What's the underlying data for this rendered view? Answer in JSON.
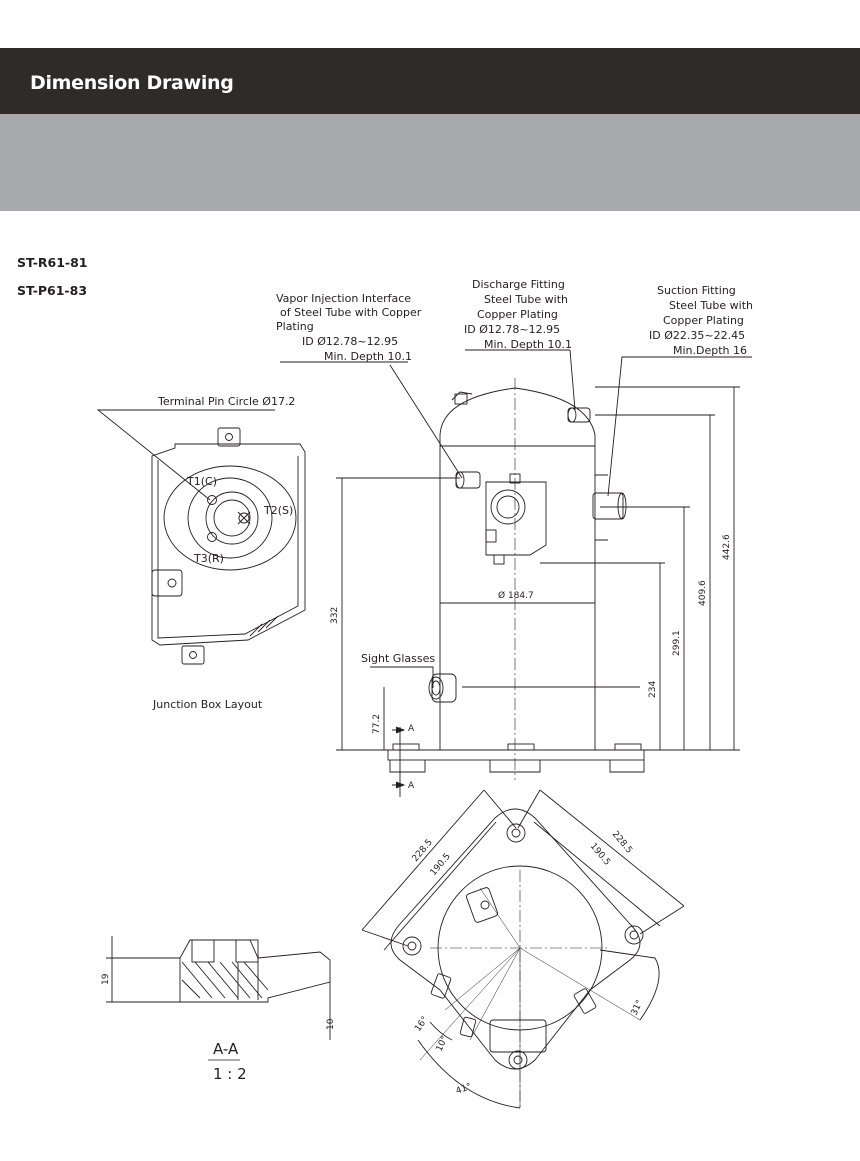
{
  "header": {
    "title": "Dimension Drawing"
  },
  "models": [
    "ST-R61-81",
    "ST-P61-83"
  ],
  "callouts": {
    "vapor_injection": [
      "Vapor Injection Interface",
      "of Steel Tube with Copper",
      "Plating",
      "ID Ø12.78~12.95",
      "Min. Depth 10.1"
    ],
    "discharge": [
      "Discharge Fitting",
      "Steel Tube with",
      "Copper Plating",
      "ID Ø12.78~12.95",
      "Min. Depth 10.1"
    ],
    "suction": [
      "Suction Fitting",
      "Steel Tube with",
      "Copper Plating",
      "ID Ø22.35~22.45",
      "Min.Depth 16"
    ],
    "terminal_pin": "Terminal Pin Circle Ø17.2",
    "sight_glasses": "Sight Glasses",
    "junction_box_layout": "Junction Box Layout"
  },
  "terminals": {
    "t1": "T1(C)",
    "t2": "T2(S)",
    "t3": "T3(R)"
  },
  "dimensions": {
    "diameter": "Ø 184.7",
    "h332": "332",
    "h442": "442.6",
    "h409": "409.6",
    "h299": "299.1",
    "h234": "234",
    "h77": "77.2",
    "d228a": "228.5",
    "d190a": "190.5",
    "d228b": "228.5",
    "d190b": "190.5",
    "a16": "16°",
    "a10": "10°",
    "a41": "41°",
    "a31": "31°",
    "d19": "19",
    "d10": "10"
  },
  "section": {
    "marker": "A",
    "title": "A-A",
    "scale": "1 : 2"
  }
}
